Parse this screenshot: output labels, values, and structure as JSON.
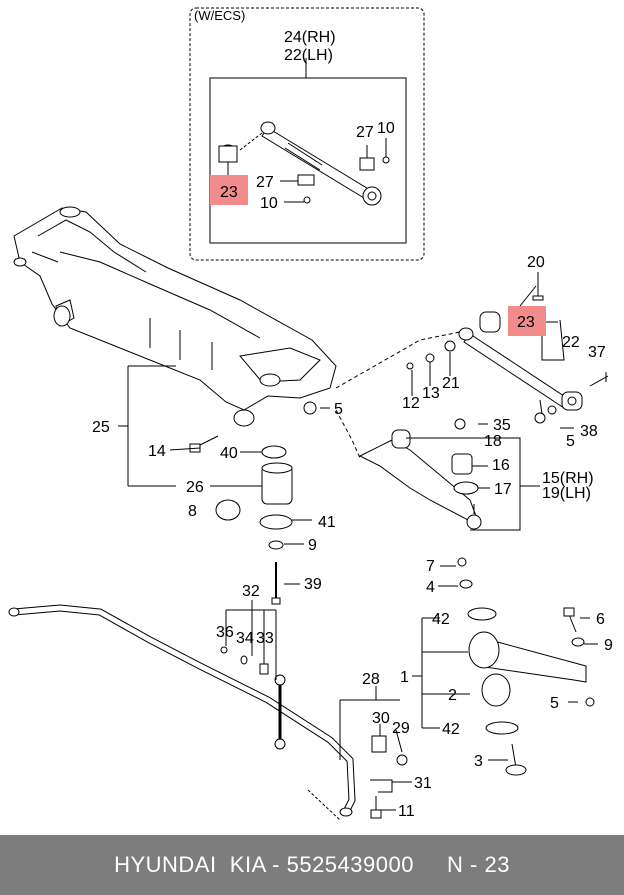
{
  "inset": {
    "title": "(W/ECS)",
    "part_rh": "24(RH)",
    "part_lh": "22(LH)"
  },
  "highlight_color": "#f28b8b",
  "labels": {
    "p23_inset": "23",
    "p27a": "27",
    "p10a": "10",
    "p27b": "27",
    "p10b": "10",
    "p20": "20",
    "p23_main": "23",
    "p22": "22",
    "p37": "37",
    "p21": "21",
    "p13": "13",
    "p12": "12",
    "p5a": "5",
    "p38": "38",
    "p5b": "5",
    "p35": "35",
    "p18": "18",
    "p16": "16",
    "p15rh": "15(RH)",
    "p17": "17",
    "p19lh": "19(LH)",
    "p25": "25",
    "p14": "14",
    "p40": "40",
    "p26": "26",
    "p8": "8",
    "p41": "41",
    "p9a": "9",
    "p39": "39",
    "p32": "32",
    "p36": "36",
    "p34": "34",
    "p33": "33",
    "p7": "7",
    "p4": "4",
    "p42a": "42",
    "p6": "6",
    "p9b": "9",
    "p1": "1",
    "p2": "2",
    "p5c": "5",
    "p42b": "42",
    "p3": "3",
    "p28": "28",
    "p30": "30",
    "p29": "29",
    "p31": "31",
    "p11": "11"
  },
  "footer": {
    "brand": "HYUNDAI  KIA - 5525439000",
    "page": "N - 23"
  }
}
